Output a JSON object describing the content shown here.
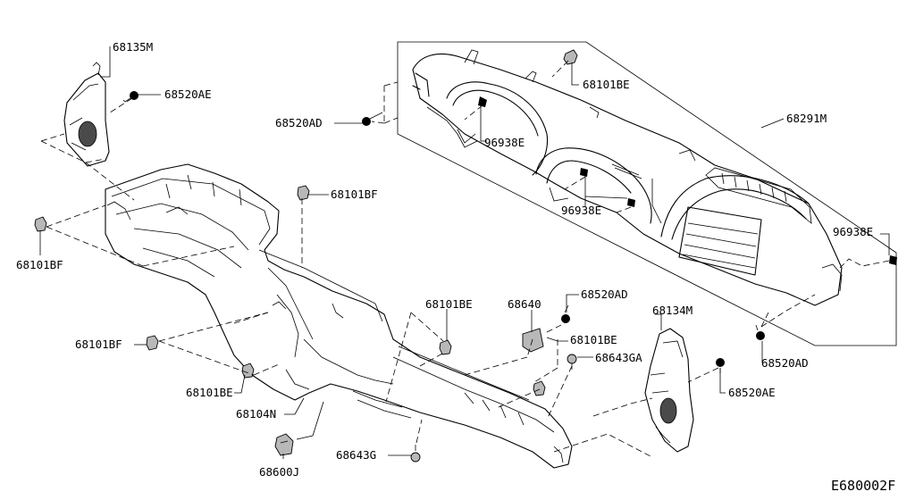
{
  "labels": {
    "p68135M": "68135M",
    "p68520AE_top": "68520AE",
    "p68101BE_top": "68101BE",
    "p68520AD_left": "68520AD",
    "p68291M": "68291M",
    "p96938E_a": "96938E",
    "p96938E_b": "96938E",
    "p96938E_c": "96938E",
    "p68101BF_right": "68101BF",
    "p68101BF_left": "68101BF",
    "p68101BE_mid": "68101BE",
    "p68640": "68640",
    "p68520AD_mid": "68520AD",
    "p68134M": "68134M",
    "p68101BF_low": "68101BF",
    "p68101BE_low_right": "68101BE",
    "p68643GA": "68643GA",
    "p68520AD_right": "68520AD",
    "p68520AE_right": "68520AE",
    "p68101BE_low_left": "68101BE",
    "p68104N": "68104N",
    "p68643G": "68643G",
    "p68600J": "68600J"
  },
  "drawing_code": "E680002F"
}
